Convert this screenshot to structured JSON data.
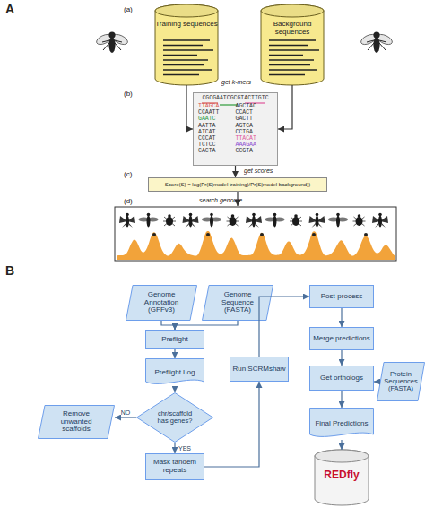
{
  "diagram": {
    "nodes": [
      {
        "text": [
          "Training sequences"
        ]
      },
      {
        "text": [
          "Background sequences"
        ]
      },
      {
        "text": [
          "CGCGAATCGCGTACTTGTC",
          "TTAGCA",
          "AGCTAC",
          "CCAATT",
          "CCACT",
          "GAATC",
          "GACTT",
          "AATTA",
          "AGTCA",
          "ATCAT",
          "CCTGA",
          "CCCAT",
          "TTACAT",
          "TCTCC",
          "AAAGAA",
          "CACTA",
          "CCGTA"
        ]
      },
      {
        "text": [
          "Score(S) = log(Pr(S|model training)/Pr(S|model background))"
        ]
      },
      {
        "text": [
          "Genome Annotation (GFFv3)"
        ]
      },
      {
        "text": [
          "Genome Sequence (FASTA)"
        ]
      },
      {
        "text": [
          "Preflight"
        ]
      },
      {
        "text": [
          "Preflight Log"
        ]
      },
      {
        "text": [
          "chr/scaffold has genes?"
        ]
      },
      {
        "text": [
          "Remove unwanted scaffolds"
        ]
      },
      {
        "text": [
          "Mask tandem repeats"
        ]
      },
      {
        "text": [
          "Run SCRMshaw"
        ]
      },
      {
        "text": [
          "Post-process"
        ]
      },
      {
        "text": [
          "Merge predictions"
        ]
      },
      {
        "text": [
          "Get orthologs"
        ]
      },
      {
        "text": [
          "Protein Sequences (FASTA)"
        ]
      },
      {
        "text": [
          "Final Predictions"
        ]
      },
      {
        "text": [
          "REDfly"
        ]
      }
    ],
    "edges": [
      {
        "from": 0,
        "to": 2,
        "arrow": "to"
      },
      {
        "from": 1,
        "to": 2,
        "arrow": "to"
      },
      {
        "from": 2,
        "to": 3,
        "arrow": "to"
      },
      {
        "from": 4,
        "to": 6,
        "arrow": "to"
      },
      {
        "from": 5,
        "to": 6,
        "arrow": "to"
      },
      {
        "from": 6,
        "to": 7,
        "arrow": "to"
      },
      {
        "from": 7,
        "to": 8,
        "arrow": "to"
      },
      {
        "from": 8,
        "to": 9,
        "label": "NO",
        "arrow": "to"
      },
      {
        "from": 8,
        "to": 10,
        "label": "YES",
        "arrow": "to"
      },
      {
        "from": 10,
        "to": 11,
        "arrow": "to"
      },
      {
        "from": 11,
        "to": 12,
        "arrow": "to"
      },
      {
        "from": 12,
        "to": 13,
        "arrow": "to"
      },
      {
        "from": 13,
        "to": 14,
        "arrow": "to"
      },
      {
        "from": 15,
        "to": 14,
        "arrow": "to"
      },
      {
        "from": 14,
        "to": 16,
        "arrow": "to"
      },
      {
        "from": 16,
        "to": 17,
        "arrow": "to"
      }
    ],
    "labels": [
      "A",
      "(a)",
      "(b)",
      "get k-mers",
      "(c)",
      "get scores",
      "(d)",
      "search genome",
      "B"
    ]
  }
}
